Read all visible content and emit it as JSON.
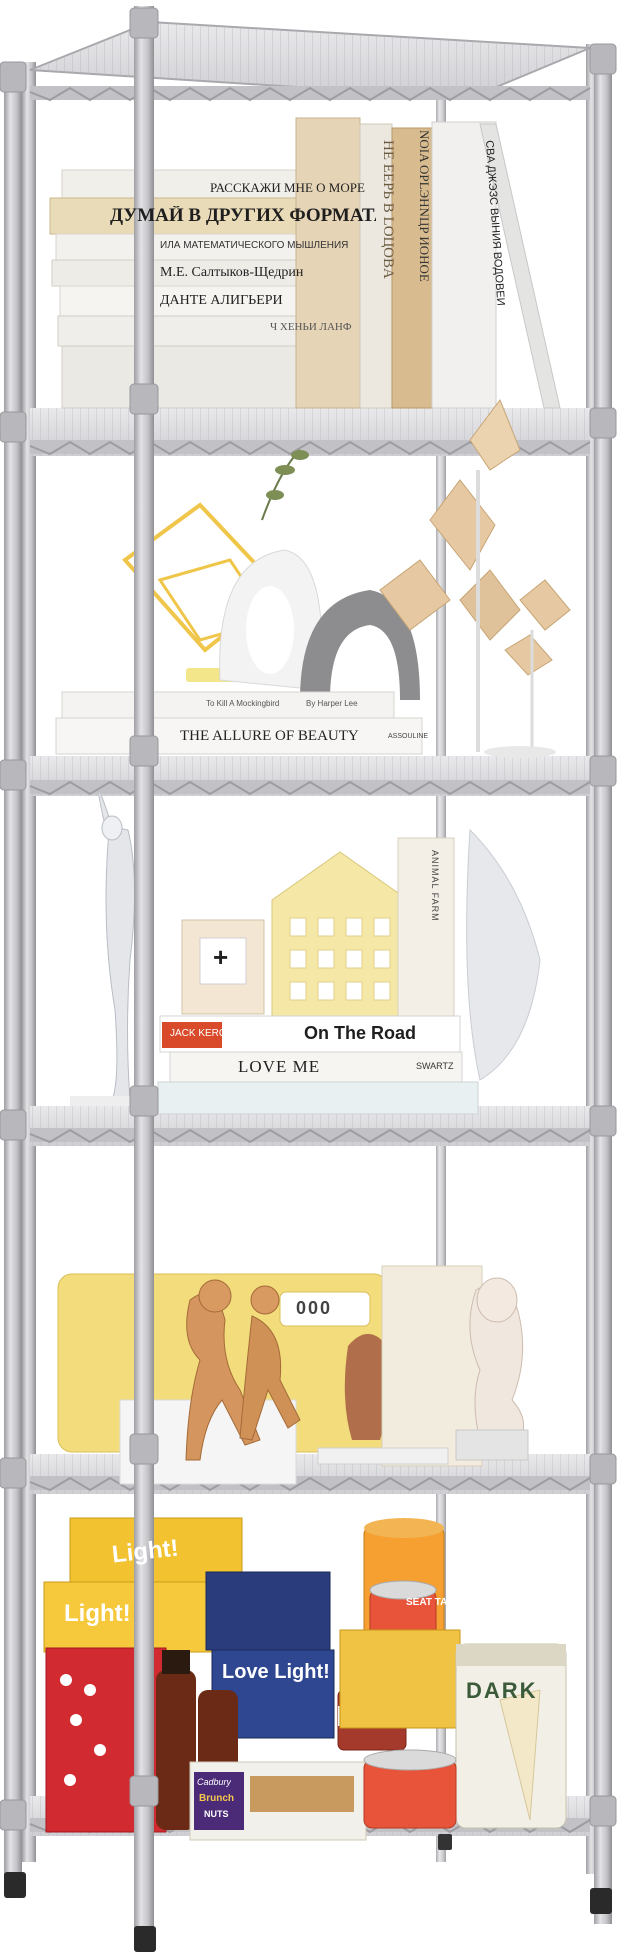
{
  "colors": {
    "frame": "#c9c9cc",
    "frame_dark": "#a9a9ad",
    "foot": "#2a2a2a",
    "background": "#ffffff",
    "yellow": "#f2dc7c",
    "sand": "#d8bb8e",
    "red": "#c8242c",
    "navy": "#283a78",
    "purple": "#4b2a78",
    "orange": "#f08a2c"
  },
  "shelf_1": {
    "book_spines": [
      "РАССКАЖИ МНЕ О МОРЕ",
      "ДУМАЙ В ДРУГИХ ФОРМАТАХ II",
      "ИЛА МАТЕМАТИЧЕСКОГО МЫШЛЕНИЯ",
      "М.Е. Салтыков-Щедрин",
      "ДАНТЕ АЛИГЬЕРИ",
      "Ч ХЕНЬИ ЛАНФ"
    ],
    "vertical_spines": [
      "HE EEPЬ B LOЦОВA",
      "NOIA OPLЭHNЦP ИОНОЕ",
      "CBA ДЖЭЗС ВЫНИЯ ВОДОВЕИ"
    ]
  },
  "shelf_2": {
    "book_spines": [
      "To Kill A Mockingbird",
      "By Harper Lee",
      "THE ALLURE OF BEAUTY",
      "ASSOULINE"
    ]
  },
  "shelf_3": {
    "book_spines": [
      "JACK KEROUAC",
      "On The Road",
      "LOVE ME",
      "SWARTZ"
    ],
    "vertical_spines": [
      "ANIMAL FARM"
    ],
    "box_symbol": "+"
  },
  "shelf_4": {
    "radio_display": "000"
  },
  "shelf_5": {
    "packages": [
      "Light!",
      "Light!",
      "Love Light!",
      "SEAT TAVARAMA",
      "DARK",
      "Cadbury",
      "Brunch",
      "NUTS"
    ]
  }
}
